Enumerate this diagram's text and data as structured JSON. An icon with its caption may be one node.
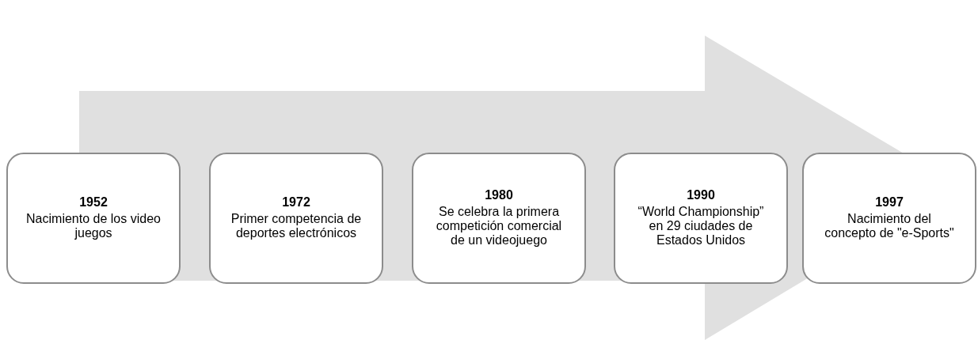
{
  "diagram": {
    "nodes": [
      {
        "text": [
          "1952",
          "Nacimiento de los video juegos"
        ]
      },
      {
        "text": [
          "1972",
          "Primer competencia de deportes electrónicos"
        ]
      },
      {
        "text": [
          "1980",
          "Se celebra la primera competición comercial de un videojuego"
        ]
      },
      {
        "text": [
          "1990",
          "“World Championship” en 29 ciudades de Estados Unidos"
        ]
      },
      {
        "text": [
          "1997",
          "Nacimiento del concepto de \"e-Sports\""
        ]
      }
    ],
    "edges": [
      {
        "from": 0,
        "to": 4,
        "arrow": "to"
      }
    ]
  }
}
